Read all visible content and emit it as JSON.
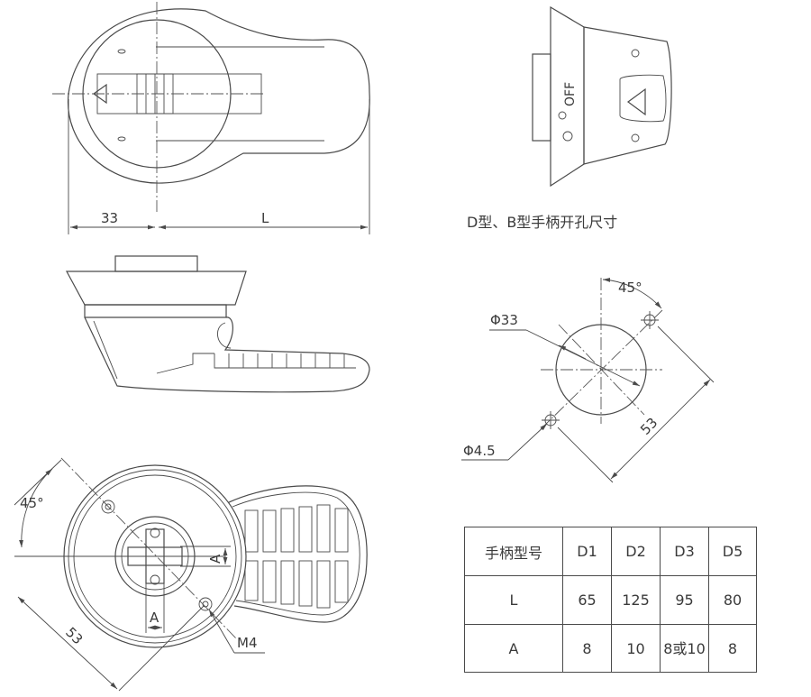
{
  "labels": {
    "dim_33": "33",
    "dim_L": "L",
    "off": "OFF",
    "caption": "D型、B型手柄开孔尺寸",
    "angle_top": "45°",
    "phi33": "Φ33",
    "phi45": "Φ4.5",
    "dim_53_right": "53",
    "angle_left": "45°",
    "dim_A_vertical": "A",
    "dim_A_horizontal": "A",
    "m4": "M4",
    "dim_53_left": "53"
  },
  "table": {
    "header": [
      "手柄型号",
      "D1",
      "D2",
      "D3",
      "D5"
    ],
    "row_L": [
      "L",
      "65",
      "125",
      "95",
      "80"
    ],
    "row_A": [
      "A",
      "8",
      "10",
      "8或10",
      "8"
    ]
  }
}
